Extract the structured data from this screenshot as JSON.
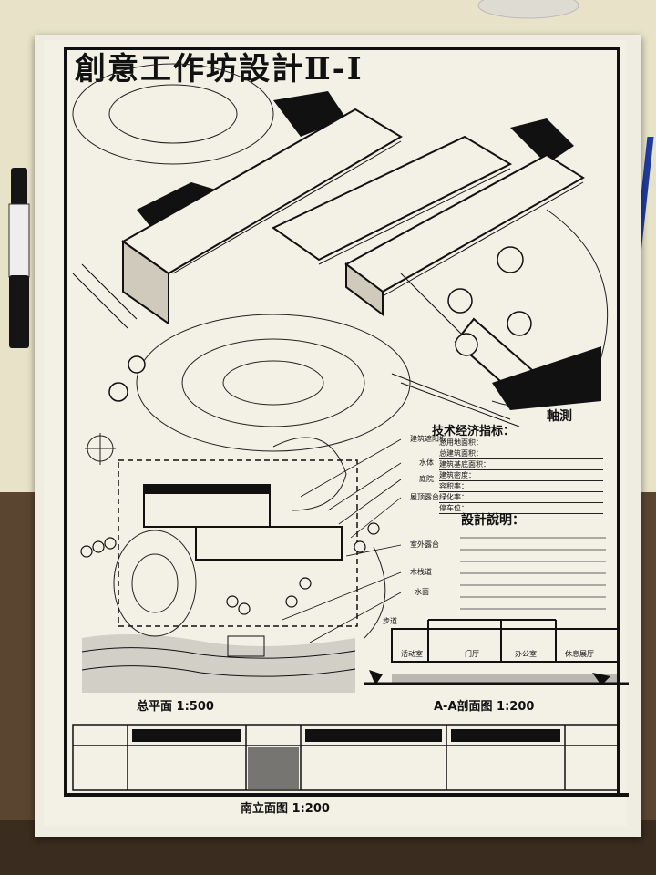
{
  "poster": {
    "title": "創意工作坊設計Ⅱ-Ⅰ",
    "axon_label": "軸測",
    "tech_header": "技术经济指标：",
    "tech_items": [
      "总用地面积：",
      "总建筑面积：",
      "建筑基底面积：",
      "建筑密度：",
      "容积率：",
      "绿化率：",
      "停车位："
    ],
    "design_header": "設計說明：",
    "plan_caption": "总平面 1:500",
    "section_caption": "A-A剖面图 1:200",
    "elevation_caption": "南立面图 1:200",
    "plan_notes": [
      "建筑遮阳板",
      "水体",
      "庭院",
      "屋顶露台",
      "室外露台",
      "木栈道",
      "水面"
    ],
    "plan_side_note": "步道",
    "section_rooms": [
      "活动室",
      "门厅",
      "办公室",
      "休息展厅"
    ]
  },
  "colors": {
    "ink": "#111111",
    "paper": "#f3f0e6",
    "desk": "#6f5a3e"
  }
}
